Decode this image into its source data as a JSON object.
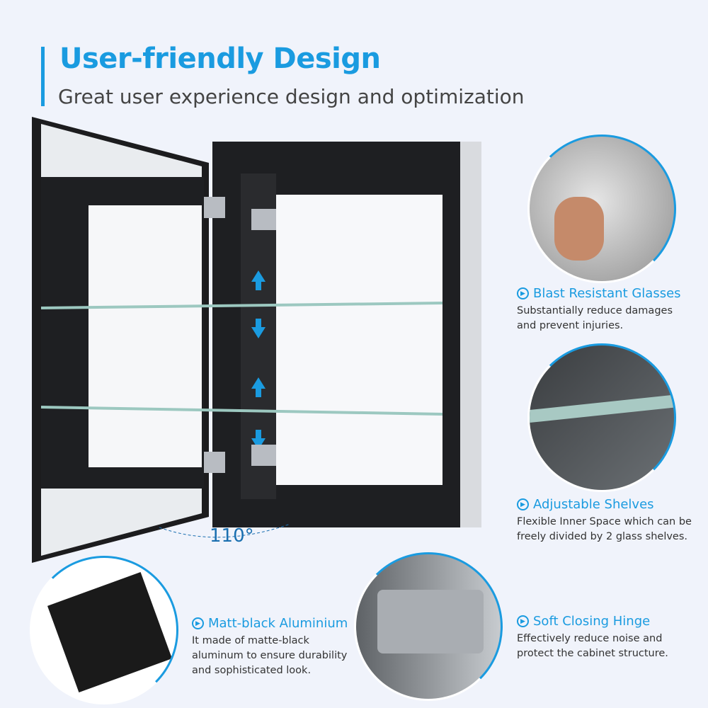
{
  "header": {
    "title": "User-friendly Design",
    "subtitle": "Great user experience  design and optimization"
  },
  "angle_label": "110°",
  "features": [
    {
      "title": "Blast Resistant Glasses",
      "desc": "Substantially reduce damages and prevent injuries.",
      "icon": "circle-arrow-right-icon"
    },
    {
      "title": "Adjustable Shelves",
      "desc": "Flexible Inner Space which can be freely divided by 2 glass shelves.",
      "icon": "circle-arrow-right-icon"
    },
    {
      "title": "Matt-black Aluminium",
      "desc": "It made of matte-black aluminum to ensure durability and sophisticated look.",
      "icon": "circle-arrow-right-icon"
    },
    {
      "title": "Soft Closing Hinge",
      "desc": "Effectively reduce noise and protect the cabinet structure.",
      "icon": "circle-arrow-right-icon"
    }
  ],
  "colors": {
    "accent": "#1a9be0",
    "background": "#f0f3fb"
  }
}
